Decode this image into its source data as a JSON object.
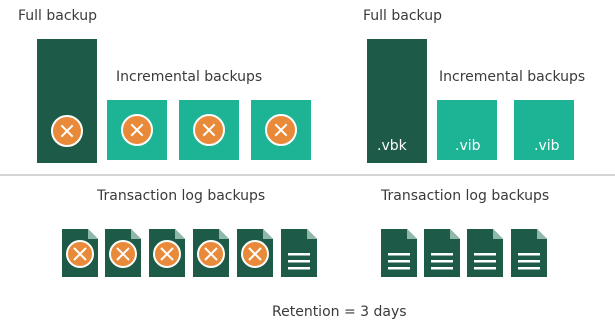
{
  "left": {
    "full_label": "Full backup",
    "incremental_label": "Incremental backups",
    "log_label": "Transaction log backups"
  },
  "right": {
    "full_label": "Full backup",
    "incremental_label": "Incremental backups",
    "log_label": "Transaction log backups",
    "full_ext": ".vbk",
    "inc_ext_1": ".vib",
    "inc_ext_2": ".vib"
  },
  "retention_label": "Retention = 3 days",
  "colors": {
    "full": "#1d5b48",
    "incremental": "#1db395",
    "deleted_marker": "#e88a3a"
  },
  "icons": {
    "deleted": "circle-x-icon",
    "log_file": "document-lines-icon"
  }
}
